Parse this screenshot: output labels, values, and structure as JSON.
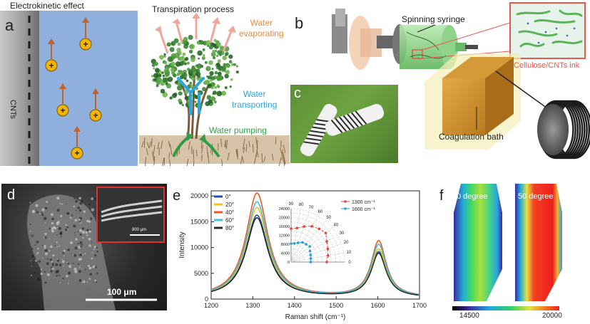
{
  "panels": {
    "a": {
      "letter": "a",
      "title": "Electrokinetic effect",
      "cnt_label": "CNTs",
      "ion_symbol": "+",
      "transpiration_title": "Transpiration process",
      "labels": {
        "evaporating": "Water\nevaporating",
        "transporting": "Water\ntransporting",
        "pumping": "Water pumping"
      },
      "colors": {
        "evaporating": "#ee8a3a",
        "transporting": "#2aa7e0",
        "pumping": "#2e9e46"
      }
    },
    "b": {
      "letter": "b",
      "spinning_syringe": "Spinning syringe",
      "ink_label": "Cellulose/CNTs ink",
      "coagulation_bath": "Coagulation bath",
      "ink_color": "#e8564f"
    },
    "c": {
      "letter": "c"
    },
    "d": {
      "letter": "d",
      "scale_main": "100 μm",
      "scale_inset": "800 μm"
    },
    "e": {
      "letter": "e"
    },
    "f": {
      "letter": "f",
      "label_left": "0 degree",
      "label_right": "50 degree",
      "colorbar_min": "14500",
      "colorbar_max": "20000"
    }
  },
  "chart_data": [
    {
      "type": "line",
      "xlabel": "Raman shift (cm⁻¹)",
      "ylabel": "Intensity",
      "xlim": [
        1200,
        1700
      ],
      "ylim": [
        0,
        21000
      ],
      "xticks": [
        1200,
        1300,
        1400,
        1500,
        1600,
        1700
      ],
      "yticks": [
        0,
        5000,
        10000,
        15000,
        20000
      ],
      "legend_position": "top-left",
      "series": [
        {
          "name": "0°",
          "color": "#1f4fa8",
          "g_peak": 16000,
          "d_peak": 8800
        },
        {
          "name": "20°",
          "color": "#f2c21b",
          "g_peak": 17500,
          "d_peak": 9300
        },
        {
          "name": "40°",
          "color": "#ef5a22",
          "g_peak": 20300,
          "d_peak": 10900
        },
        {
          "name": "60°",
          "color": "#3ec0e0",
          "g_peak": 18600,
          "d_peak": 10200
        },
        {
          "name": "80°",
          "color": "#2b2b2b",
          "g_peak": 15500,
          "d_peak": 8500
        }
      ]
    },
    {
      "type": "scatter",
      "subtype": "polar",
      "radial_ticks": [
        0,
        2000,
        4000,
        6000,
        8000,
        10000,
        12000,
        14000,
        16000,
        18000,
        20000,
        22000,
        24000
      ],
      "angle_ticks": [
        0,
        10,
        20,
        30,
        40,
        50,
        60,
        70,
        80,
        90
      ],
      "legend_position": "top-right",
      "series": [
        {
          "name": "1300 cm⁻¹",
          "color": "#e8453c",
          "angles": [
            0,
            10,
            20,
            30,
            40,
            50,
            60,
            70,
            80,
            90
          ],
          "values": [
            16000,
            16800,
            17500,
            18500,
            20300,
            19500,
            18600,
            17000,
            15500,
            15000
          ]
        },
        {
          "name": "1600 cm⁻¹",
          "color": "#2a9fd6",
          "angles": [
            0,
            10,
            20,
            30,
            40,
            50,
            60,
            70,
            80,
            90
          ],
          "values": [
            8800,
            9000,
            9300,
            9800,
            10900,
            10500,
            10200,
            9200,
            8500,
            8300
          ]
        }
      ]
    }
  ]
}
